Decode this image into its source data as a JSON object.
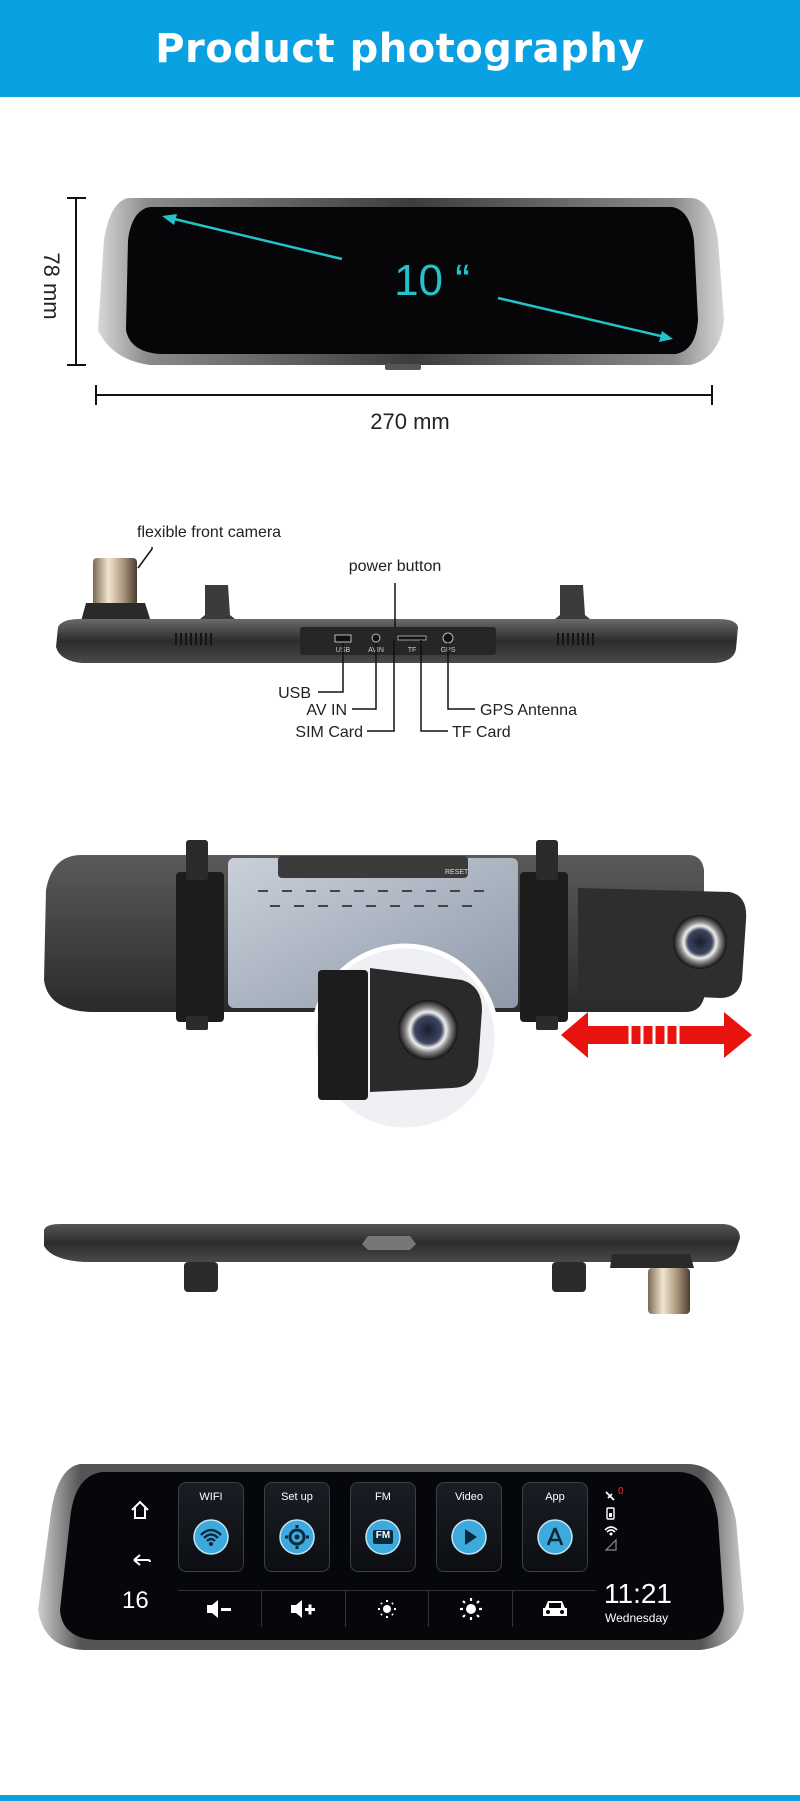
{
  "header": {
    "title": "Product photography"
  },
  "dimensions": {
    "screen_size": "10 “",
    "height": "78 mm",
    "width": "270 mm"
  },
  "ports_view": {
    "callouts": {
      "front_camera": "flexible front camera",
      "power_button": "power button",
      "usb": "USB",
      "av_in": "AV IN",
      "sim_card": "SIM Card",
      "tf_card": "TF Card",
      "gps_antenna": "GPS Antenna"
    },
    "port_labels": {
      "usb": "USB",
      "avin": "AVIN",
      "tf": "TF",
      "gps": "GPS"
    }
  },
  "back_view": {
    "reset_label": "RESET"
  },
  "home_screen": {
    "apps": [
      {
        "label": "WIFI",
        "icon": "wifi-icon"
      },
      {
        "label": "Set up",
        "icon": "gear-icon"
      },
      {
        "label": "FM",
        "icon": "fm-radio-icon",
        "icon_text": "FM"
      },
      {
        "label": "Video",
        "icon": "play-icon"
      },
      {
        "label": "App",
        "icon": "app-store-icon"
      }
    ],
    "left_number": "16",
    "time": "11:21",
    "day": "Wednesday",
    "status_count": "0",
    "colors": {
      "accent": "#3ea9dc",
      "screen": "#06070a"
    }
  }
}
